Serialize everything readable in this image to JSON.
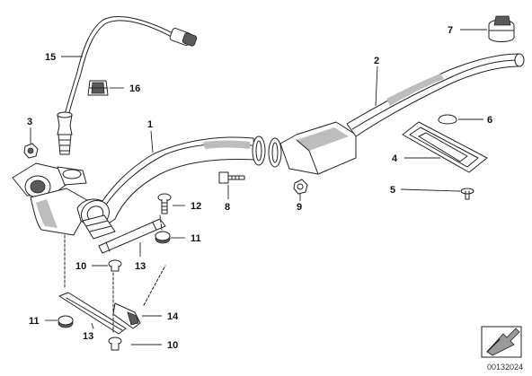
{
  "callouts": {
    "c1": "1",
    "c2": "2",
    "c3": "3",
    "c4": "4",
    "c5": "5",
    "c6": "6",
    "c7": "7",
    "c8": "8",
    "c9": "9",
    "c10a": "10",
    "c10b": "10",
    "c11a": "11",
    "c11b": "11",
    "c12": "12",
    "c13a": "13",
    "c13b": "13",
    "c14": "14",
    "c15": "15",
    "c16": "16"
  },
  "catalog_number": "00132024",
  "icons": {
    "corner": "exploded-view-arrow-icon"
  }
}
